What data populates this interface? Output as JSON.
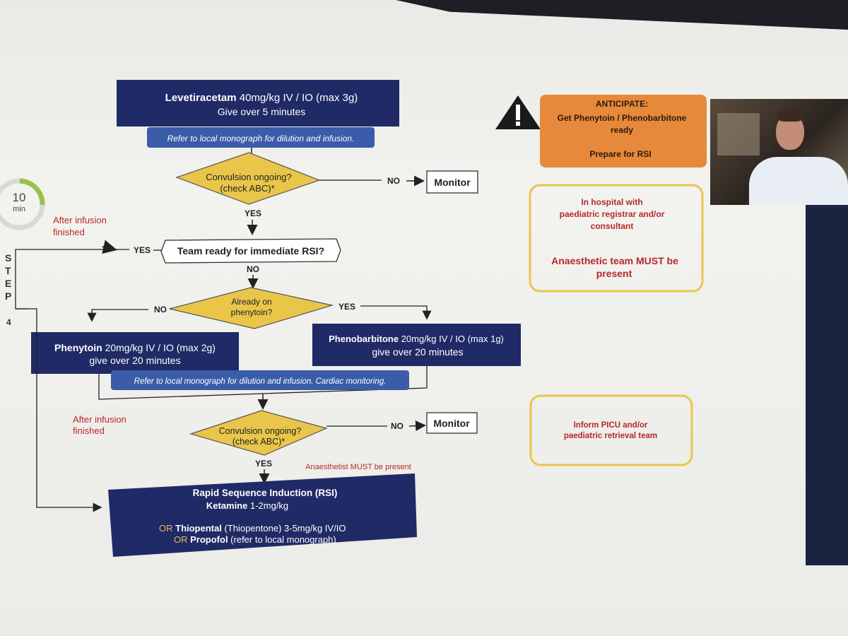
{
  "levetiracetam": {
    "line1_bold": "Levetiracetam",
    "line1_rest": " 40mg/kg IV / IO (max 3g)",
    "line2": "Give over 5 minutes"
  },
  "monograph_1": "Refer to local monograph for dilution and infusion.",
  "decision_convulsion_1": {
    "line1": "Convulsion ongoing?",
    "line2": "(check ABC)*"
  },
  "monitor_1": "Monitor",
  "no_label_1": "NO",
  "yes_label_1": "YES",
  "step_timer": {
    "value": "10",
    "unit": "min"
  },
  "after_infusion_1": {
    "line1": "After infusion",
    "line2": "finished"
  },
  "yes_label_rsi": "YES",
  "team_ready": "Team ready for immediate RSI?",
  "no_label_2": "NO",
  "step_letters": [
    "S",
    "T",
    "E",
    "P"
  ],
  "step_number": "4",
  "decision_phenytoin": {
    "line1": "Already on",
    "line2": "phenytoin?"
  },
  "no_label_3": "NO",
  "yes_label_3": "YES",
  "phenytoin": {
    "line1_bold": "Phenytoin",
    "line1_rest": " 20mg/kg IV / IO (max 2g)",
    "line2": "give over 20 minutes"
  },
  "phenobarbitone": {
    "line1_bold": "Phenobarbitone",
    "line1_rest": " 20mg/kg IV / IO (max 1g)",
    "line2": "give over 20 minutes"
  },
  "monograph_2": "Refer to local monograph for dilution and infusion. Cardiac monitoring.",
  "after_infusion_2": {
    "line1": "After infusion",
    "line2": "finished"
  },
  "decision_convulsion_2": {
    "line1": "Convulsion ongoing?",
    "line2": "(check ABC)*"
  },
  "no_label_4": "NO",
  "monitor_2": "Monitor",
  "yes_label_4": "YES",
  "anaesthetist_note": "Anaesthetist MUST be present",
  "rsi": {
    "title": "Rapid Sequence Induction (RSI)",
    "ketamine_bold": "Ketamine",
    "ketamine_rest": " 1-2mg/kg",
    "or1": "OR",
    "thiopental_bold": "Thiopental",
    "thiopental_rest": " (Thiopentone) 3-5mg/kg IV/IO",
    "or2": "OR",
    "propofol_bold": "Propofol",
    "propofol_rest": " (refer to local monograph)"
  },
  "anticipate": {
    "title": "ANTICIPATE:",
    "line1": "Get Phenytoin / Phenobarbitone",
    "line2": "ready",
    "line3": "Prepare for RSI"
  },
  "hospital_note": {
    "line1": "In hospital with",
    "line2": "paediatric registrar and/or",
    "line3": "consultant",
    "line4": "Anaesthetic team MUST be",
    "line5": "present"
  },
  "picu_note": {
    "line1": "Inform PICU and/or",
    "line2": "paediatric retrieval team"
  },
  "colors": {
    "navy": "#1f2a66",
    "blue_tag": "#3b5ca8",
    "yellow": "#e9c64a",
    "orange": "#e6893a",
    "red_text": "#b52a2a"
  },
  "icons": {
    "warning": "warning-triangle-icon"
  }
}
